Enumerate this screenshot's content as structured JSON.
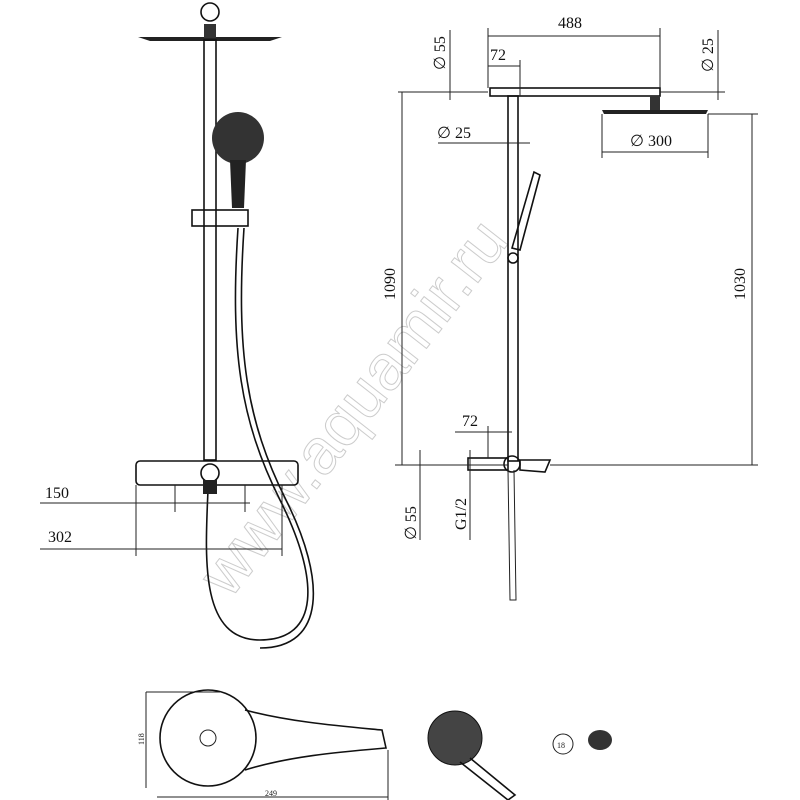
{
  "watermark": "www.aquamir.ru",
  "front_view": {
    "dim_150": "150",
    "dim_302": "302"
  },
  "side_view": {
    "dim_488": "488",
    "dim_72_top": "72",
    "dim_d55_top": "∅ 55",
    "dim_d25_right": "∅ 25",
    "dim_d25_left": "∅ 25",
    "dim_d300": "∅ 300",
    "dim_1090": "1090",
    "dim_1030": "1030",
    "dim_72_bottom": "72",
    "dim_d55_bottom": "∅ 55",
    "dim_g12": "G1/2"
  },
  "hand_shower": {
    "dim_height": "118",
    "dim_length": "249",
    "part_number": "18"
  }
}
